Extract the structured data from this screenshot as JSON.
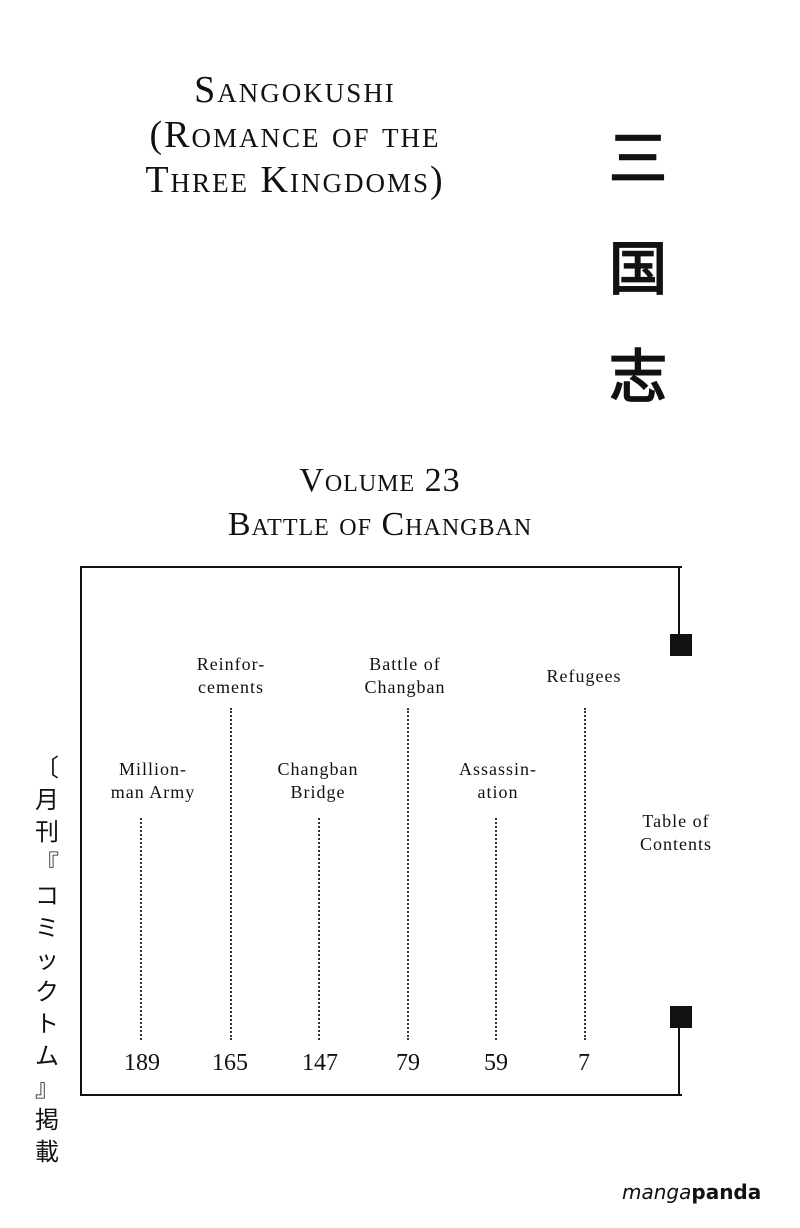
{
  "title": {
    "line1": "Sangokushi",
    "line2": "(Romance of the",
    "line3": "Three Kingdoms)"
  },
  "kanji": [
    "三",
    "国",
    "志"
  ],
  "volume": {
    "number": "Volume 23",
    "name": "Battle of Changban"
  },
  "toc": {
    "label": "Table of\nContents",
    "chapters": [
      {
        "title": "Million-\nman Army",
        "page": "189"
      },
      {
        "title": "Reinfor-\ncements",
        "page": "165"
      },
      {
        "title": "Changban\nBridge",
        "page": "147"
      },
      {
        "title": "Battle of\nChangban",
        "page": "79"
      },
      {
        "title": "Assassin-\nation",
        "page": "59"
      },
      {
        "title": "Refugees",
        "page": "7"
      }
    ]
  },
  "publication_note": [
    "〔",
    "月",
    "刊",
    "『",
    "コ",
    "ミ",
    "ッ",
    "ク",
    "ト",
    "ム",
    "』",
    "掲",
    "載",
    "〕"
  ],
  "watermark": {
    "part1": "manga",
    "part2": "panda"
  }
}
